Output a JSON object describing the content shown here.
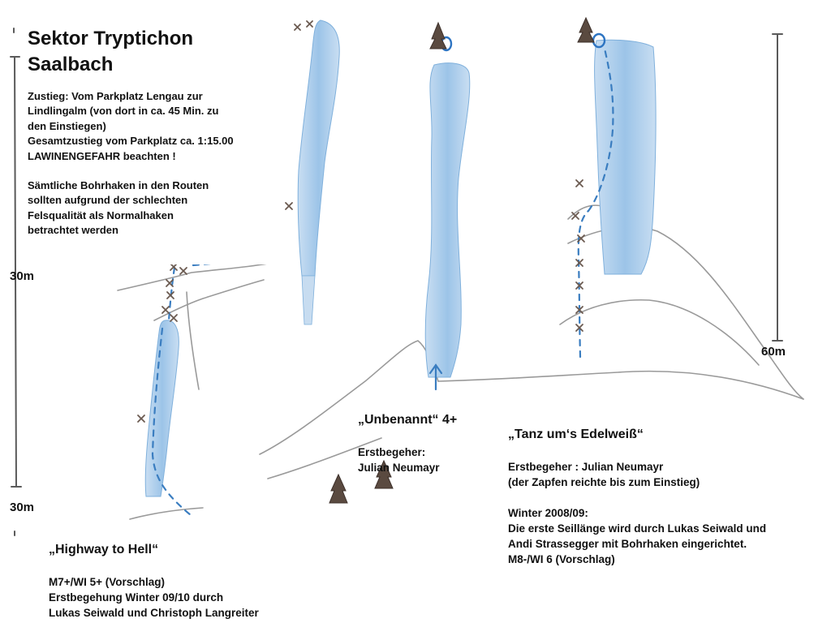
{
  "header": {
    "title": "Sektor Tryptichon\nSaalbach"
  },
  "info": {
    "approach": "Zustieg:  Vom Parkplatz Lengau zur\nLindlingalm (von dort in ca. 45 Min. zu\nden Einstiegen)\nGesamtzustieg vom  Parkplatz ca. 1:15.00\nLAWINENGEFAHR beachten !",
    "bolts_note": "Sämtliche Bohrhaken in den Routen\nsollten aufgrund der schlechten\nFelsqualität als Normalhaken\nbetrachtet werden"
  },
  "scale": {
    "left_top": "30m",
    "left_bottom": "30m",
    "right": "60m"
  },
  "routes": {
    "highway": {
      "name": "„Highway to Hell“",
      "details": "M7+/WI 5+ (Vorschlag)\nErstbegehung Winter 09/10 durch\nLukas Seiwald  und  Christoph Langreiter"
    },
    "unbenannt": {
      "name": "„Unbenannt“ 4+",
      "details": "Erstbegeher:\nJulian Neumayr"
    },
    "tanz": {
      "name": "„Tanz um‘s Edelweiß“",
      "details": "Erstbegeher : Julian Neumayr\n(der Zapfen reichte bis zum Einstieg)\n\nWinter 2008/09:\nDie erste Seillänge wird durch Lukas Seiwald und\nAndi Strassegger mit Bohrhaken  eingerichtet.\nM8-/WI 6 (Vorschlag)"
    }
  },
  "colors": {
    "ice_fill": "#a9cdea",
    "ice_stroke": "#5b9bd0",
    "route_line": "#3a7dc0",
    "pencil": "#9a9a9a",
    "tree": "#5a4a40"
  }
}
